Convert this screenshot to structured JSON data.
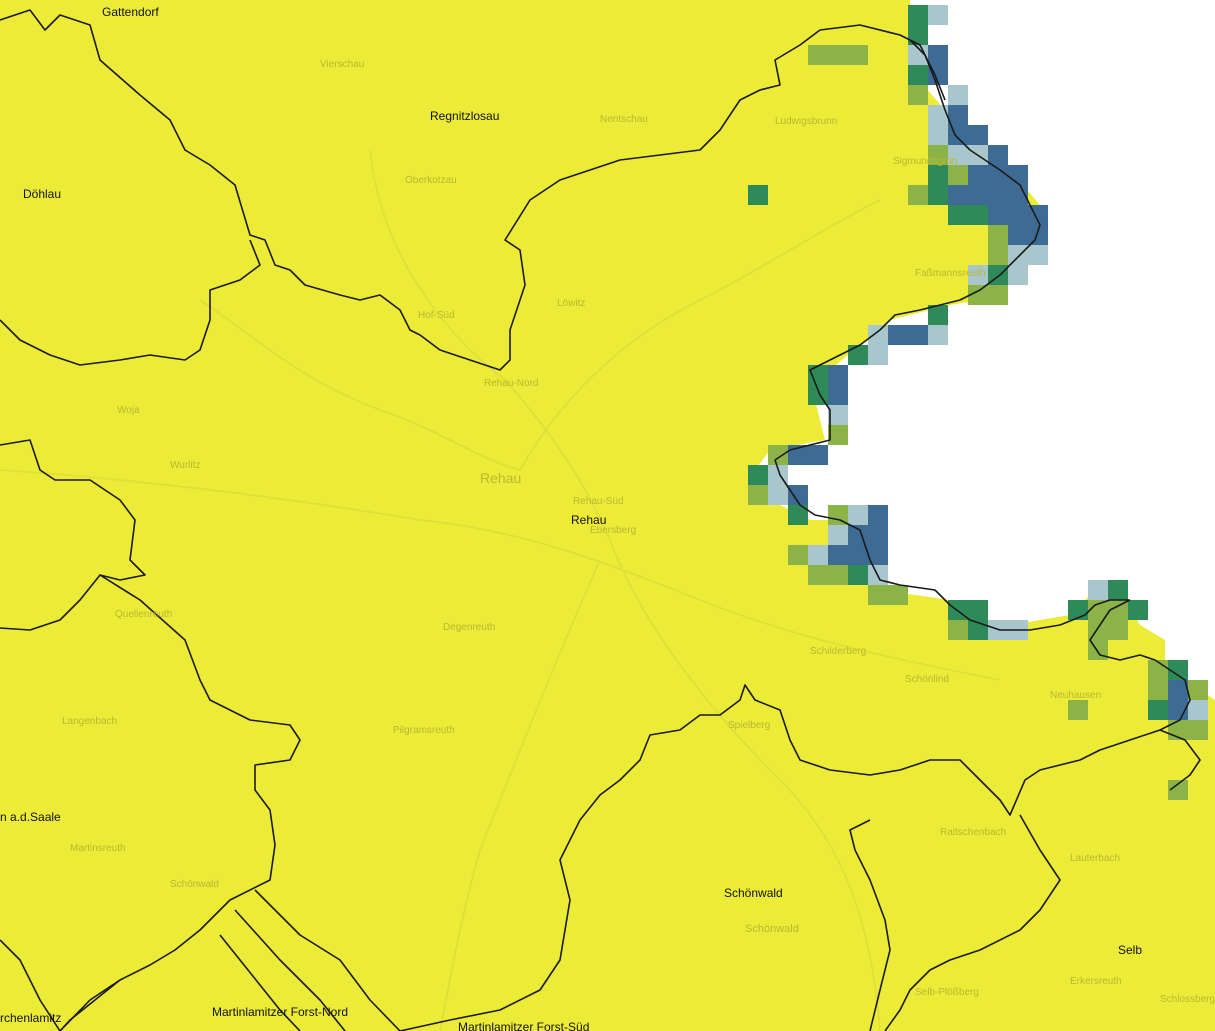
{
  "map": {
    "colors": {
      "background": "#ffffff",
      "fill_base": "#ecec38",
      "shade_light": "#a8c6cb",
      "shade_green": "#2f8a5a",
      "shade_olive": "#8cb347",
      "shade_blue": "#3d6b94",
      "boundary": "#1a1a1a",
      "faint_road": "#d8d83a"
    },
    "labels": {
      "gattendorf": "Gattendorf",
      "regnitzlosau": "Regnitzlosau",
      "doehlau": "Döhlau",
      "rehau": "Rehau",
      "hof_saale": "n a.d.Saale",
      "schoenwald": "Schönwald",
      "selb": "Selb",
      "kirchenlamitz": "rchenlamitz",
      "martinlamitz_nord": "Martinlamitzer Forst-Nord",
      "martinlamitz_sued": "Martinlamitzer Forst-Süd"
    },
    "faint_labels": {
      "rehau_faint": "Rehau",
      "schoenwald_faint": "Schönwald",
      "selb_plossberg": "Selb-Plößberg",
      "loewitz": "Löwitz",
      "faszmannsreuth": "Faßmannsreuth",
      "schildberg": "Schilderberg",
      "schoenlind": "Schönlind",
      "neuhausen": "Neuhausen",
      "degenreuth": "Degenreuth",
      "pilgramsreuth": "Pilgramsreuth",
      "wurlitz": "Wurlitz",
      "woja": "Woja",
      "langenbach": "Langenbach",
      "martinsreuth": "Martinsreuth",
      "schoenwald_small": "Schönwald",
      "quellenreuth": "Quellenreuth",
      "ludwigsbrunn": "Ludwigsbrunn",
      "nentschau": "Nentschau",
      "vierschau": "Vierschau",
      "hof_sued": "Hof-Süd",
      "rehau_sued": "Rehau-Süd",
      "rehau_nord": "Rehau-Nord",
      "ebersberg": "Ebersberg",
      "sigmundsgrun": "Sigmundsgrün",
      "raitschenbach": "Raitschenbach",
      "lauterbach": "Lauterbach",
      "erkersreuth": "Erkersreuth",
      "spielberg": "Spielberg",
      "schlossberg": "Schlossberg",
      "oberkotzau": "Oberkotzau"
    }
  }
}
